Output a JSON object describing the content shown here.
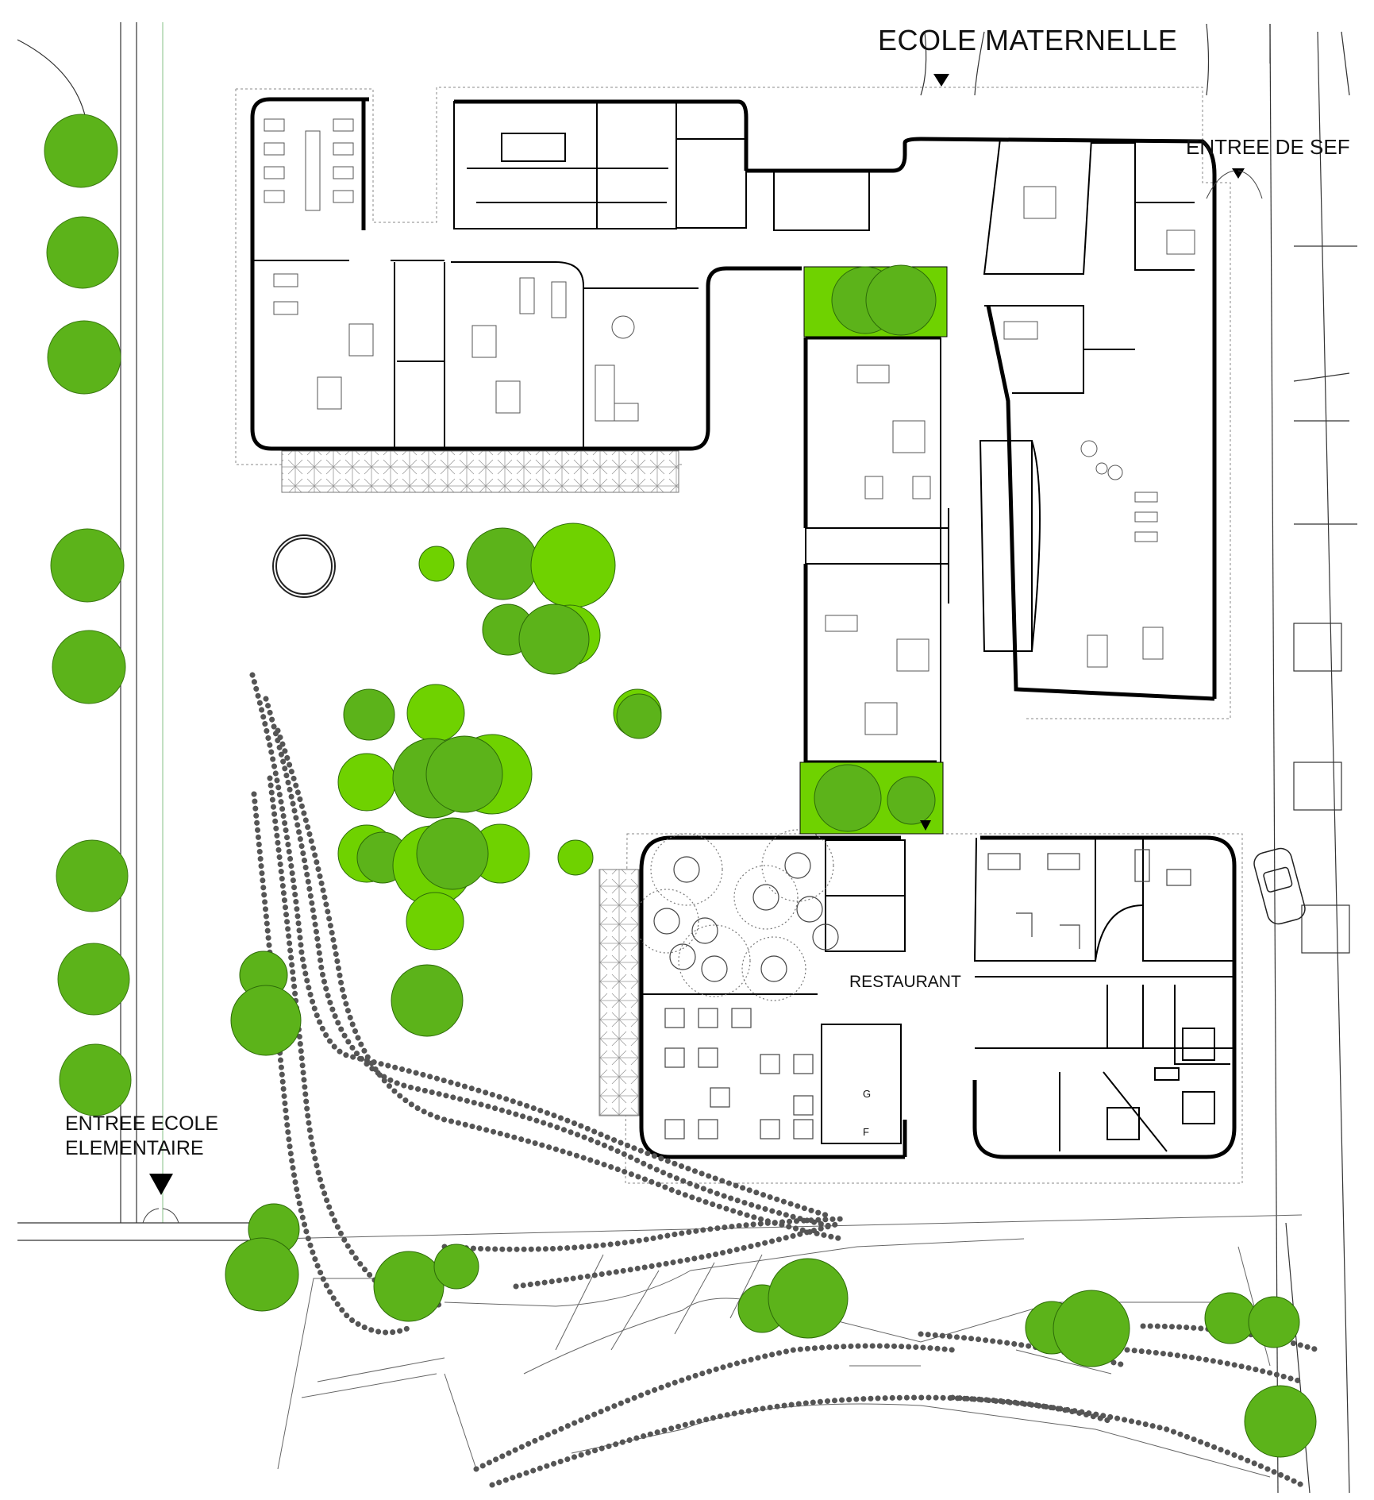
{
  "labels": {
    "ecole_maternelle": "ECOLE MATERNELLE",
    "entree_service": "ENTREE DE SEF",
    "entree_elementaire_line1": "ENTREE ECOLE",
    "entree_elementaire_line2": "ELEMENTAIRE",
    "restaurant": "RESTAURANT",
    "room_g": "G",
    "room_f": "F"
  },
  "colors": {
    "tree_dark": "#5cb31a",
    "tree_light": "#6fd200",
    "wall": "#000000",
    "line": "#555555",
    "background": "#ffffff"
  }
}
